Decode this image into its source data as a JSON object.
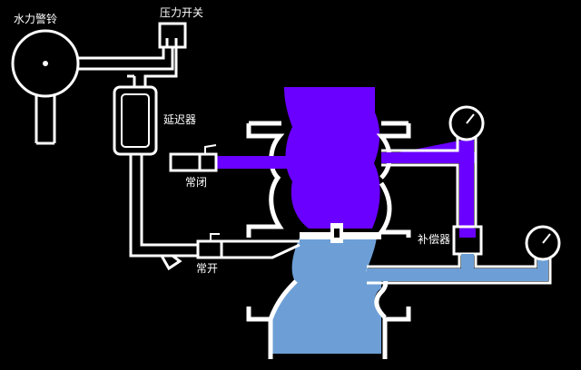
{
  "labels": {
    "water_alarm": "水力警铃",
    "pressure_switch": "压力开关",
    "delay_device": "延迟器",
    "normally_closed": "常闭",
    "normally_open": "常开",
    "compensator": "补偿器"
  },
  "colors": {
    "background": "#000000",
    "pipe_outline": "#ffffff",
    "upper_chamber": "#6a00ff",
    "lower_chamber": "#6d9fd6",
    "valve_body": "#ffffff"
  }
}
